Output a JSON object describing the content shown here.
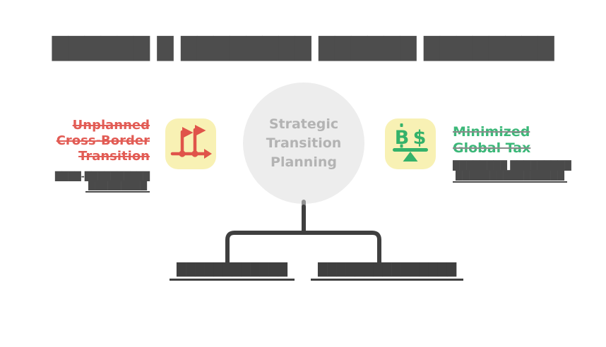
{
  "title": {
    "redacted_text": "██████ █ ████████ ██████ ████████"
  },
  "center": {
    "label": "Strategic\nTransition\nPlanning"
  },
  "left_panel": {
    "heading": "Unplanned\nCross-Border\nTransition",
    "note_line1": "████-██████████",
    "note_line2": "█████████"
  },
  "right_panel": {
    "heading": "Minimized\nGlobal Tax",
    "note_line1": "████████ █████████",
    "note_line2": "████████████████"
  },
  "bottom": {
    "left_label": "████████████",
    "right_label": "███████████████"
  },
  "icons": {
    "flags_icon_name": "dual-flags-timeline-icon",
    "balance_icon_name": "currency-balance-icon",
    "balance_left_symbol": "B",
    "balance_right_symbol": "$"
  },
  "colors": {
    "background": "#ffffff",
    "title_redacted": "#4d4d4d",
    "left_accent_red": "#e25c55",
    "right_accent_green": "#3cb879",
    "icon_tile_yellow": "#f8f1b4",
    "icon_red": "#e0544a",
    "icon_green": "#35b26a",
    "circle_fill": "#ededed",
    "circle_text": "#b3b3b3",
    "connector_dark": "#3f3f3f"
  }
}
